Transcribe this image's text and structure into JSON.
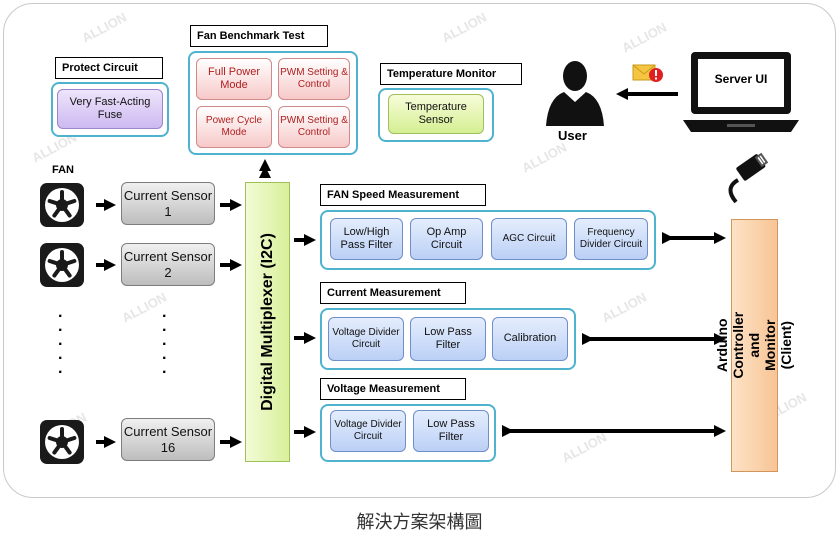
{
  "caption": "解決方案架構圖",
  "watermark": "ALLION",
  "protect_circuit": {
    "title": "Protect Circuit",
    "fuse": "Very Fast-Acting Fuse"
  },
  "fan_benchmark": {
    "title": "Fan Benchmark Test",
    "full_power_mode": "Full Power Mode",
    "pwm_setting_1": "PWM Setting & Control",
    "power_cycle_mode": "Power Cycle Mode",
    "pwm_setting_2": "PWM Setting & Control"
  },
  "temperature_monitor": {
    "title": "Temperature Monitor",
    "sensor": "Temperature Sensor"
  },
  "user_label": "User",
  "server_ui_label": "Server UI",
  "fan_label": "FAN",
  "sensors": [
    "Current Sensor 1",
    "Current Sensor 2",
    "Current Sensor 16"
  ],
  "multiplexer_label": "Digital Multiplexer (I2C)",
  "fan_speed": {
    "title": "FAN Speed Measurement",
    "items": [
      "Low/High Pass Filter",
      "Op Amp Circuit",
      "AGC Circuit",
      "Frequency Divider Circuit"
    ]
  },
  "current_measurement": {
    "title": "Current Measurement",
    "items": [
      "Voltage Divider Circuit",
      "Low Pass Filter",
      "Calibration"
    ]
  },
  "voltage_measurement": {
    "title": "Voltage Measurement",
    "items": [
      "Voltage Divider Circuit",
      "Low Pass Filter"
    ]
  },
  "arduino_label": "Arduino Controller and Monitor (Client)",
  "colors": {
    "group_border": "#4fb3cf",
    "arrow": "#000000",
    "mux_fill": "#e4f5b8",
    "arduino_fill": "#fbd7b5"
  }
}
